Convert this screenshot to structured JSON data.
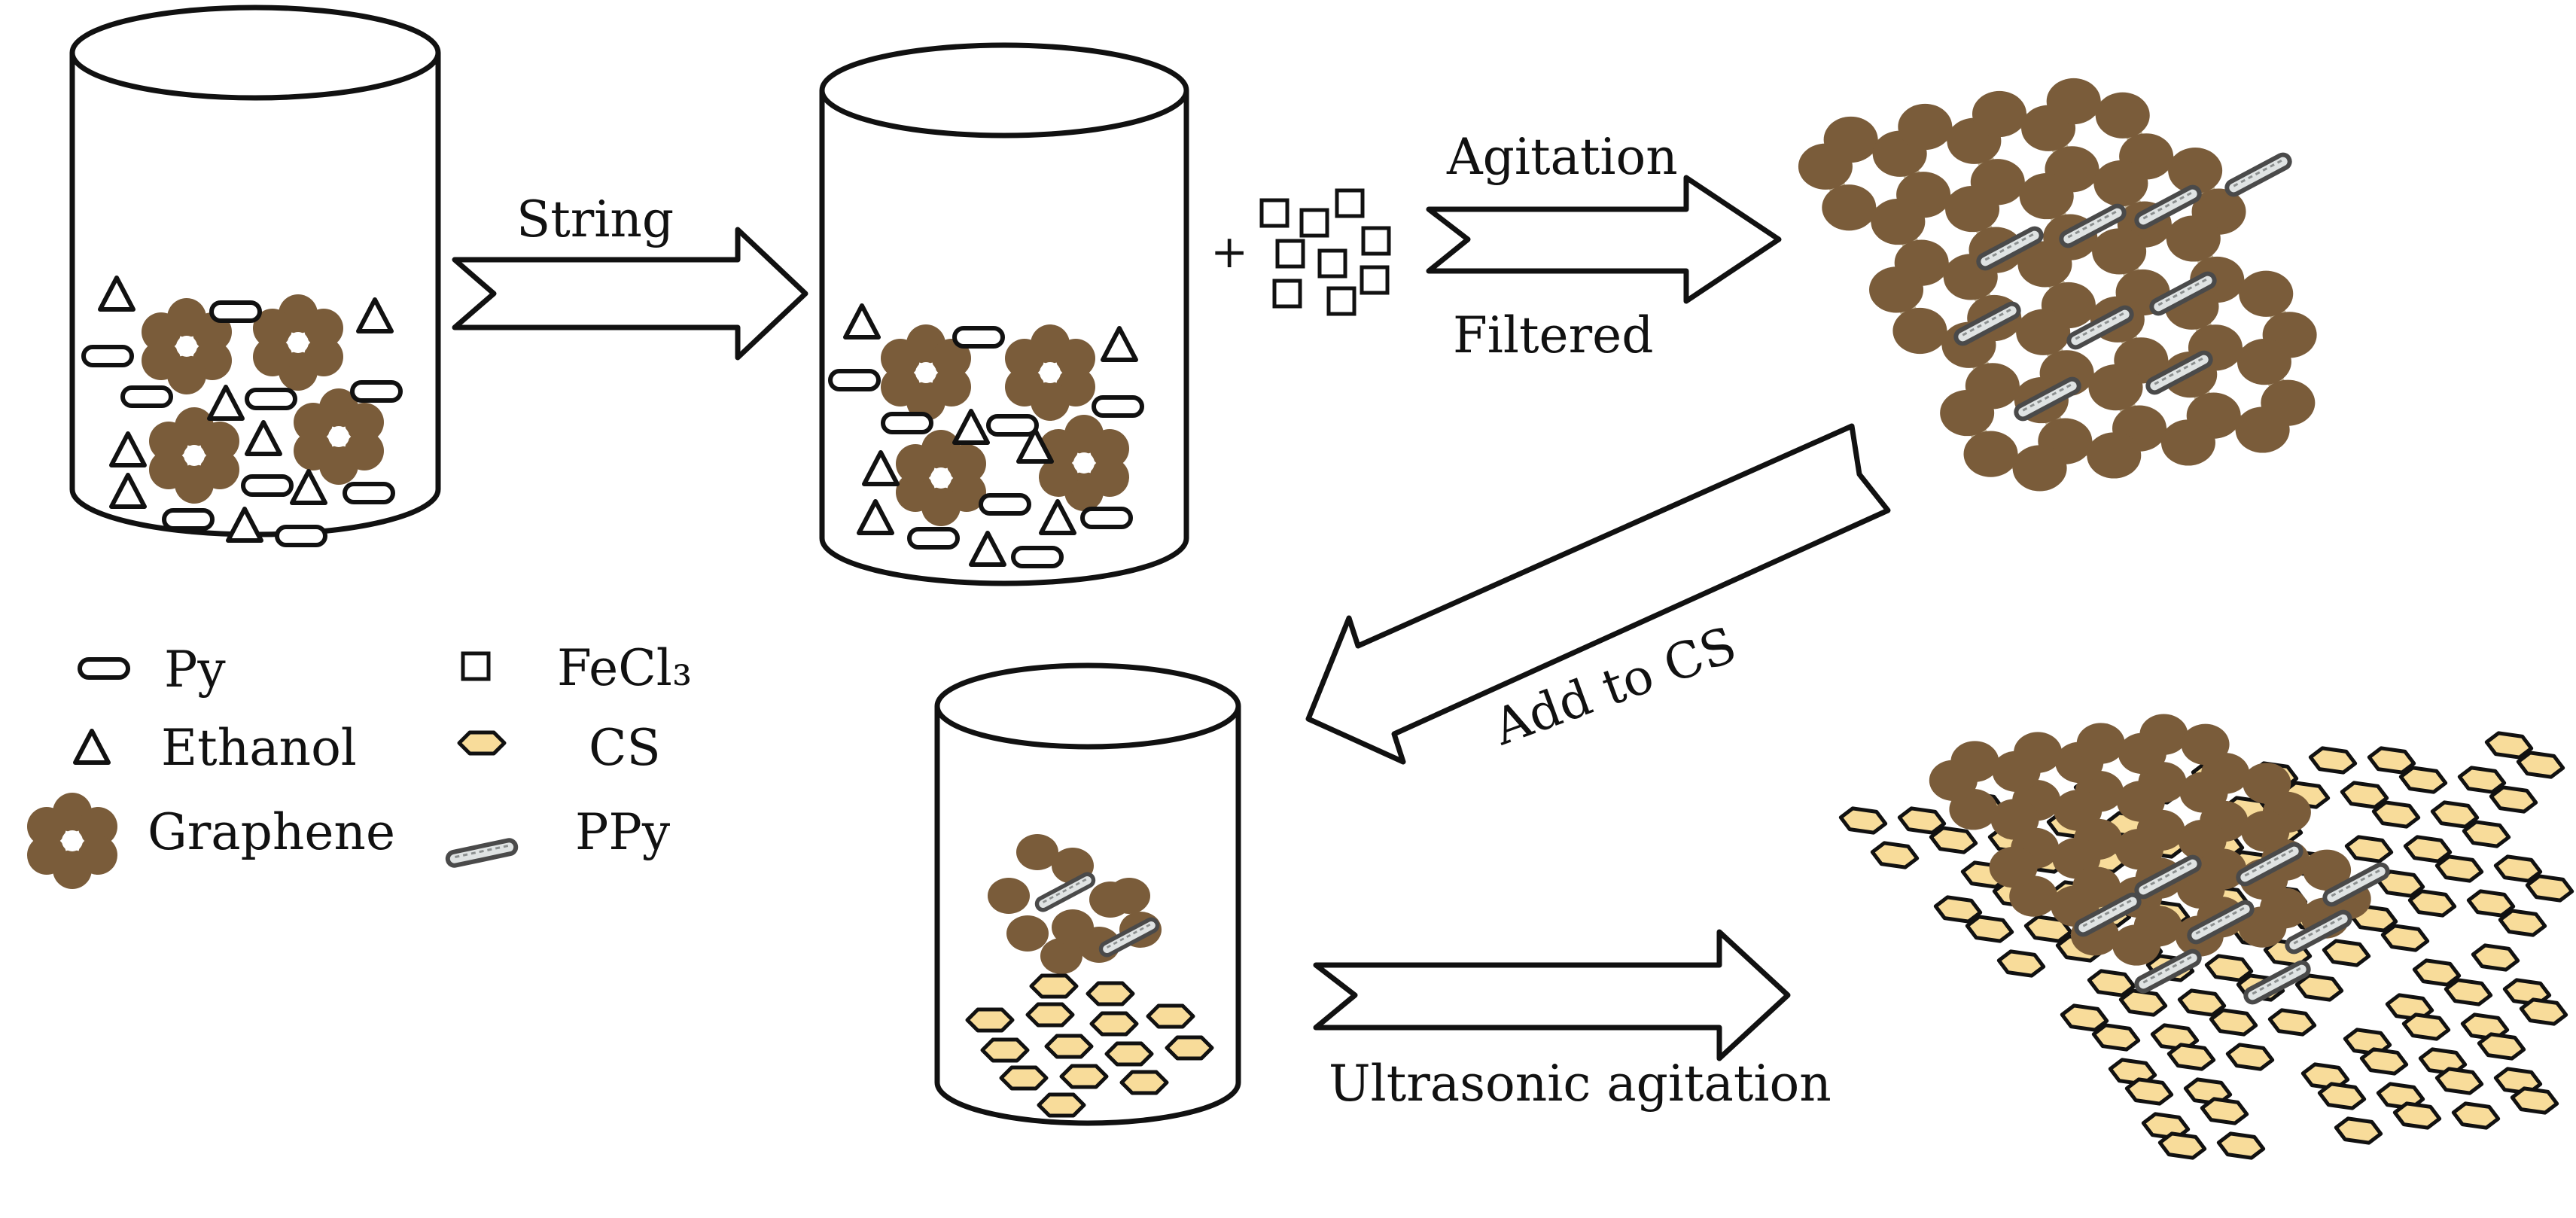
{
  "steps": {
    "stirring_label": "String",
    "plus_sign": "+",
    "agitation_label": "Agitation",
    "filtered_label": "Filtered",
    "add_to_cs_label": "Add to CS",
    "ultrasonic_label": "Ultrasonic agitation"
  },
  "legend": {
    "py": "Py",
    "ethanol": "Ethanol",
    "graphene": "Graphene",
    "fecl3": "FeCl₃",
    "cs": "CS",
    "ppy": "PPy"
  },
  "colors": {
    "graphene": "#7a5c3a",
    "bond": "#c2b49a",
    "cs_fill": "#f8dc9a",
    "ppy_fill": "#dfe3e3",
    "outline": "#111111"
  }
}
